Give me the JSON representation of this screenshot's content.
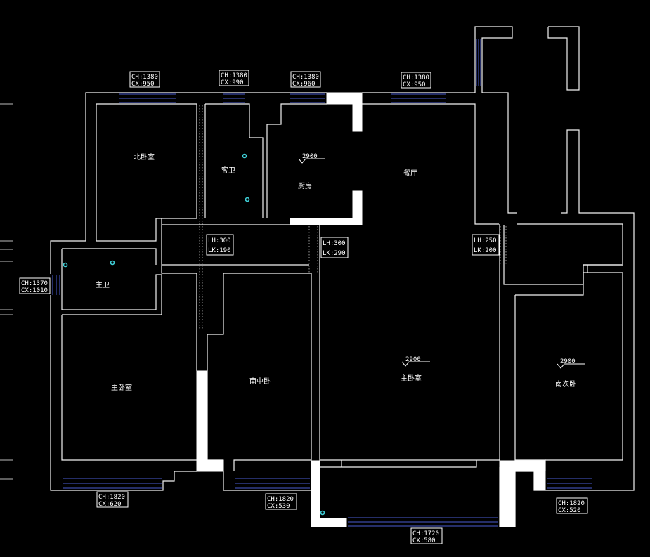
{
  "rooms": {
    "north_bedroom": "北卧室",
    "guest_bath": "客卫",
    "kitchen": "厨房",
    "dining": "餐厅",
    "master_bath": "主卫",
    "master_bedroom_left": "主卧室",
    "south_middle_bedroom": "南中卧",
    "master_bedroom_center": "主卧室",
    "south_second_bedroom": "南次卧"
  },
  "window_tags": [
    {
      "id": "n1",
      "line1": "CH:1380",
      "line2": "CX:950"
    },
    {
      "id": "n2",
      "line1": "CH:1380",
      "line2": "CX:990"
    },
    {
      "id": "n3",
      "line1": "CH:1380",
      "line2": "CX:960"
    },
    {
      "id": "n4",
      "line1": "CH:1380",
      "line2": "CX:950"
    },
    {
      "id": "w1",
      "line1": "CH:1370",
      "line2": "CX:1010"
    },
    {
      "id": "s1",
      "line1": "CH:1820",
      "line2": "CX:620"
    },
    {
      "id": "s2",
      "line1": "CH:1820",
      "line2": "CX:530"
    },
    {
      "id": "s3",
      "line1": "CH:1720",
      "line2": "CX:580"
    },
    {
      "id": "s4",
      "line1": "CH:1820",
      "line2": "CX:520"
    }
  ],
  "beam_tags": [
    {
      "id": "b1",
      "line1": "LH:300",
      "line2": "LK:190"
    },
    {
      "id": "b2",
      "line1": "LH:300",
      "line2": "LK:290"
    },
    {
      "id": "b3",
      "line1": "LH:250",
      "line2": "LK:200"
    }
  ],
  "levels": {
    "kitchen": "2900",
    "master_bedroom": "2900",
    "south_second_bedroom": "2900"
  },
  "colors": {
    "background": "#000000",
    "wall": "#f2f2f2",
    "window": "#4a5bd0",
    "fixture": "#3fd0d8"
  }
}
